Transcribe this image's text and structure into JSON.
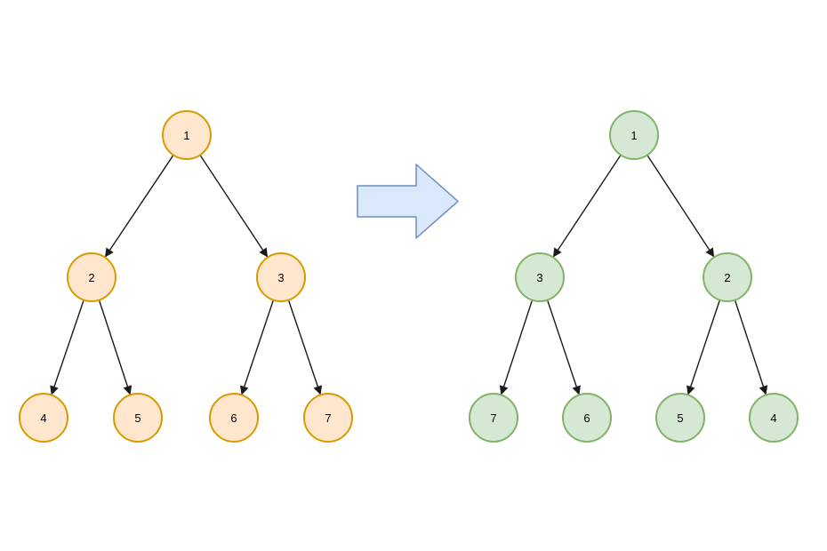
{
  "diagram": {
    "type": "binary-tree-mirror",
    "background_color": "#ffffff",
    "edge_color": "#1a1a1a",
    "transform_arrow": {
      "direction": "right",
      "fill_color": "#dae8fc",
      "border_color": "#6c8ebf"
    },
    "original_tree": {
      "node_fill_color": "#ffe6cc",
      "node_border_color": "#d79b00",
      "nodes": [
        {
          "label": "1"
        },
        {
          "label": "2"
        },
        {
          "label": "3"
        },
        {
          "label": "4"
        },
        {
          "label": "5"
        },
        {
          "label": "6"
        },
        {
          "label": "7"
        }
      ],
      "edges": [
        {
          "from": "1",
          "to": "2"
        },
        {
          "from": "1",
          "to": "3"
        },
        {
          "from": "2",
          "to": "4"
        },
        {
          "from": "2",
          "to": "5"
        },
        {
          "from": "3",
          "to": "6"
        },
        {
          "from": "3",
          "to": "7"
        }
      ]
    },
    "mirrored_tree": {
      "node_fill_color": "#d5e8d4",
      "node_border_color": "#82b366",
      "nodes": [
        {
          "label": "1"
        },
        {
          "label": "3"
        },
        {
          "label": "2"
        },
        {
          "label": "7"
        },
        {
          "label": "6"
        },
        {
          "label": "5"
        },
        {
          "label": "4"
        }
      ],
      "edges": [
        {
          "from": "1",
          "to": "3"
        },
        {
          "from": "1",
          "to": "2"
        },
        {
          "from": "3",
          "to": "7"
        },
        {
          "from": "3",
          "to": "6"
        },
        {
          "from": "2",
          "to": "5"
        },
        {
          "from": "2",
          "to": "4"
        }
      ]
    }
  }
}
